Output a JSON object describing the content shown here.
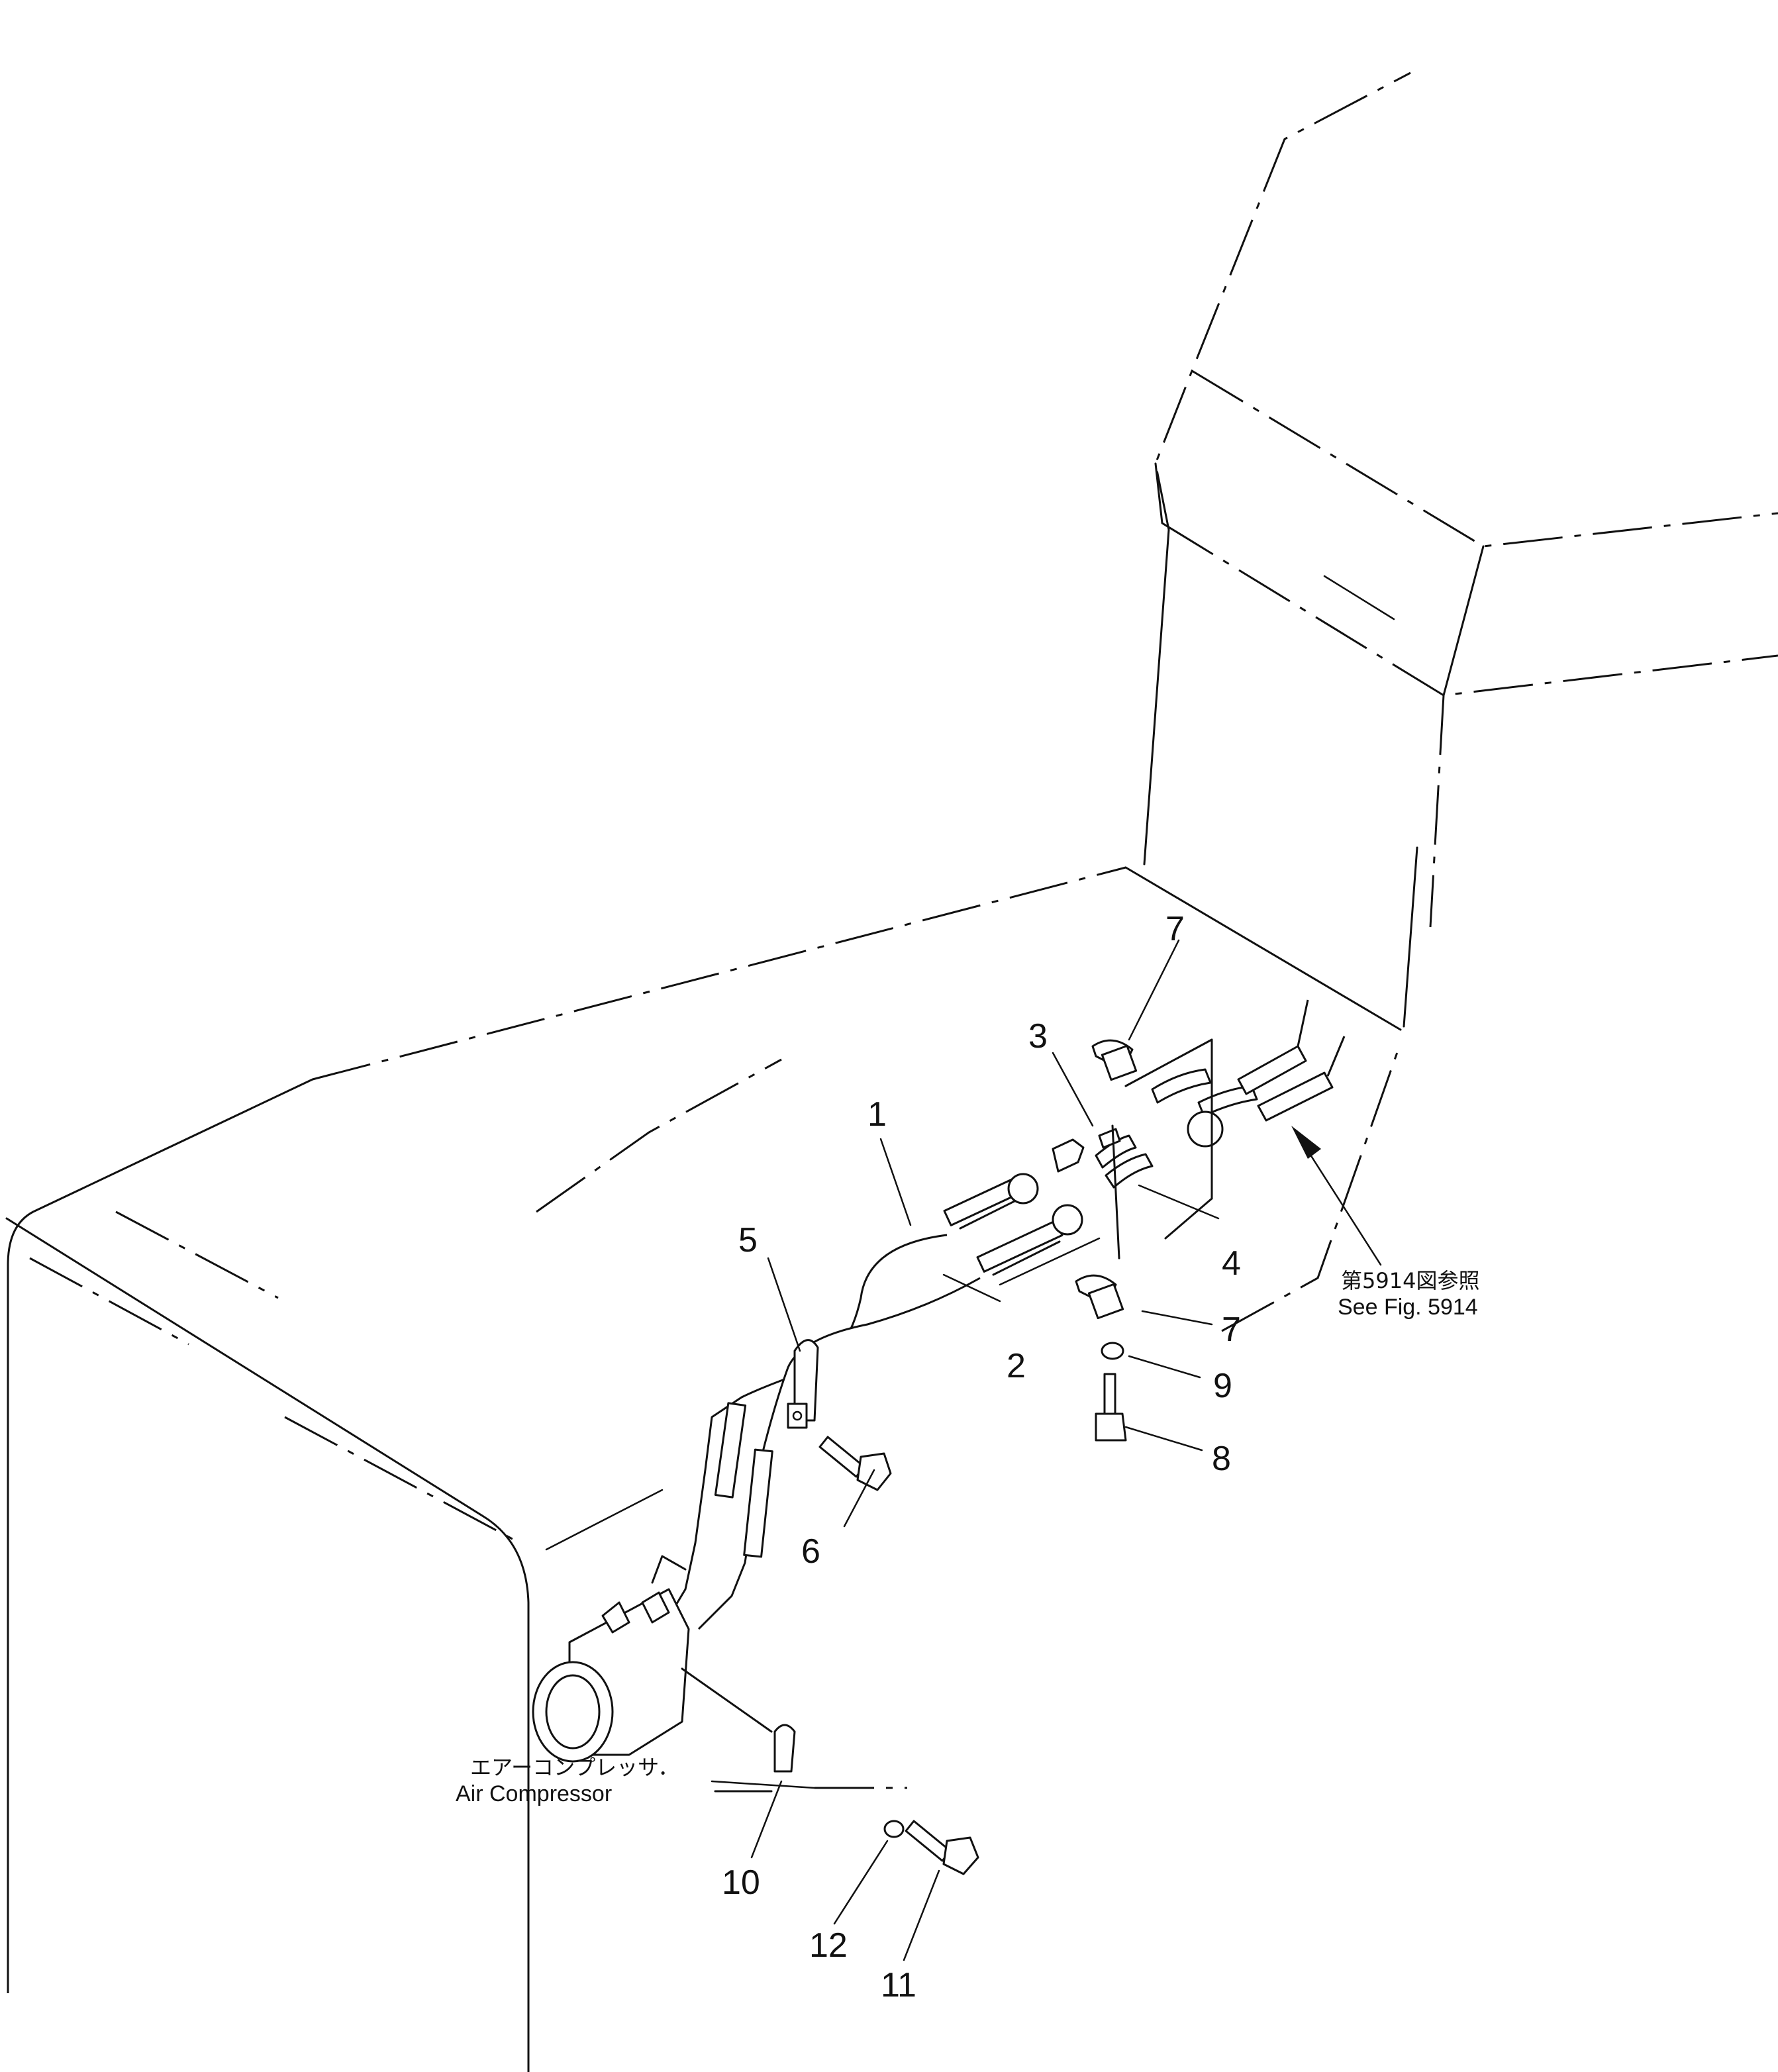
{
  "callouts": [
    {
      "id": "1",
      "text": "1"
    },
    {
      "id": "2",
      "text": "2"
    },
    {
      "id": "3",
      "text": "3"
    },
    {
      "id": "4",
      "text": "4"
    },
    {
      "id": "5",
      "text": "5"
    },
    {
      "id": "6",
      "text": "6"
    },
    {
      "id": "7a",
      "text": "7"
    },
    {
      "id": "7b",
      "text": "7"
    },
    {
      "id": "8",
      "text": "8"
    },
    {
      "id": "9",
      "text": "9"
    },
    {
      "id": "10",
      "text": "10"
    },
    {
      "id": "11",
      "text": "11"
    },
    {
      "id": "12",
      "text": "12"
    }
  ],
  "labels": {
    "see_fig_jp": "第5914図参照",
    "see_fig_en": "See  Fig.  5914",
    "compressor_jp": "エアーコンプレッサ．",
    "compressor_en": "Air  Compressor"
  }
}
